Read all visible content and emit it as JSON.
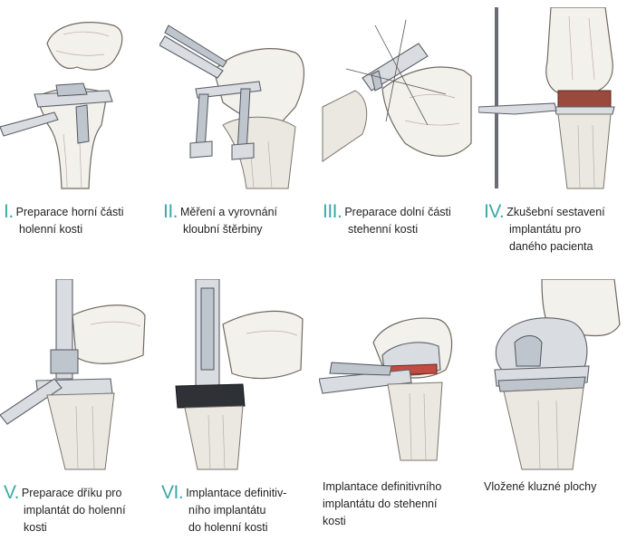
{
  "accent_color": "#3aa9a6",
  "steps": [
    {
      "numeral": "I.",
      "lines": [
        "Preparace horní části",
        "holenní kosti"
      ]
    },
    {
      "numeral": "II.",
      "lines": [
        "Měření a vyrovnání",
        "kloubní štěrbiny"
      ]
    },
    {
      "numeral": "III.",
      "lines": [
        "Preparace dolní části",
        "stehenní kosti"
      ]
    },
    {
      "numeral": "IV.",
      "lines": [
        "Zkušební sestavení",
        "implantátu pro",
        "daného pacienta"
      ]
    },
    {
      "numeral": "V.",
      "lines": [
        "Preparace dříku pro",
        "implantát do holenní",
        "kosti"
      ]
    },
    {
      "numeral": "VI.",
      "lines": [
        "Implantace definitiv-",
        "ního implantátu",
        "do holenní kosti"
      ]
    },
    {
      "numeral": "",
      "lines": [
        "Implantace definitivního",
        "implantátu do stehenní",
        "kosti"
      ]
    },
    {
      "numeral": "",
      "lines": [
        "Vložené kluzné plochy"
      ]
    }
  ]
}
